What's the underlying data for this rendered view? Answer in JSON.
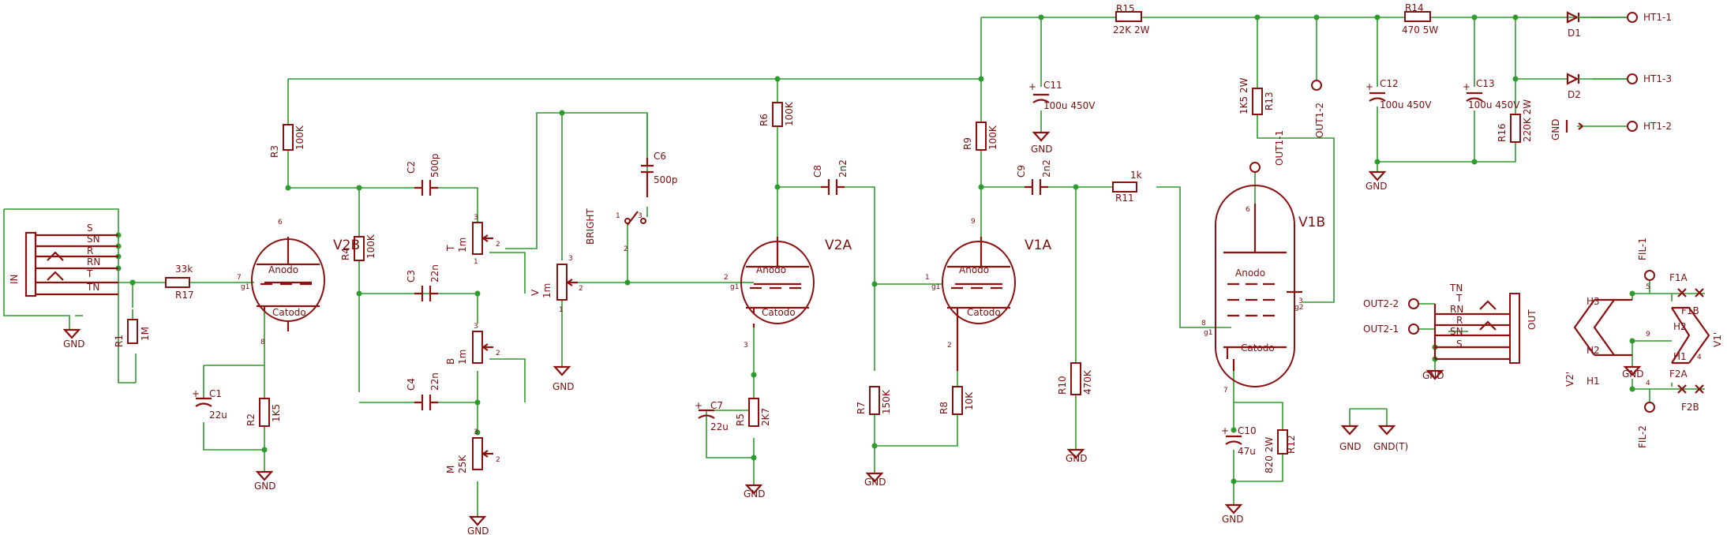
{
  "labels": {
    "in": "IN",
    "in_s": "S",
    "in_sn": "SN",
    "in_r": "R",
    "in_rn": "RN",
    "in_t": "T",
    "in_tn": "TN",
    "r17": "R17",
    "r17v": "33k",
    "r1": "R1",
    "r1v": "1M",
    "r3": "R3",
    "r3v": "100K",
    "r2": "R2",
    "r2v": "1K5",
    "c1": "C1",
    "c1v": "22u",
    "v2b": "V2B",
    "anodo": "Anodo",
    "catodo": "Catodo",
    "r4": "R4",
    "r4v": "100K",
    "c2": "C2",
    "c2v": "500p",
    "c3": "C3",
    "c3v": "22n",
    "c4": "C4",
    "c4v": "22n",
    "t": "T",
    "tv": "1m",
    "b": "B",
    "bv": "1m",
    "m": "M",
    "mv": "25K",
    "v": "V",
    "vv": "1m",
    "bright": "BRIGHT",
    "c6": "C6",
    "c6v": "500p",
    "r6": "R6",
    "r6v": "100K",
    "c8": "C8",
    "c8v": "2n2",
    "c7": "C7",
    "c7v": "22u",
    "r5": "R5",
    "r5v": "2K7",
    "v2a": "V2A",
    "r7": "R7",
    "r7v": "150K",
    "r8": "R8",
    "r8v": "10K",
    "v1a": "V1A",
    "r9": "R9",
    "r9v": "100K",
    "c9": "C9",
    "c9v": "2n2",
    "r11": "R11",
    "r11v": "1k",
    "r10": "R10",
    "r10v": "470K",
    "c11": "C11",
    "c11v": "100u 450V",
    "r15": "R15",
    "r15v": "22K 2W",
    "r13": "R13",
    "r13v": "1K5 2W",
    "out1_1": "OUT1-1",
    "out1_2": "OUT1-2",
    "v1b": "V1B",
    "c10": "C10",
    "c10v": "47u",
    "r12": "R12",
    "r12v": "820 2W",
    "r14": "R14",
    "r14v": "470 5W",
    "c12": "C12",
    "c12v": "100u 450V",
    "c13": "C13",
    "c13v": "100u 450V",
    "r16": "R16",
    "r16v": "220K 2W",
    "d1": "D1",
    "d2": "D2",
    "ht1_1": "HT1-1",
    "ht1_3": "HT1-3",
    "ht1_2": "HT1-2",
    "out2_2": "OUT2-2",
    "out2_1": "OUT2-1",
    "out": "OUT",
    "gnd": "GND",
    "gndt": "GND(T)",
    "fil1": "FIL-1",
    "fil2": "FIL-2",
    "f1a": "F1A",
    "f1b": "F1B",
    "f2a": "F2A",
    "f2b": "F2B",
    "h1": "H1",
    "h2": "H2",
    "h3": "H3",
    "v1p": "V1'",
    "v2p": "V2'",
    "p1": "1",
    "p2": "2",
    "p3": "3",
    "p4": "4",
    "p5": "5",
    "p6": "6",
    "p7": "7",
    "p8": "8",
    "p9": "9",
    "g1": "g1",
    "g2": "g2"
  },
  "colors": {
    "wire": "#2e9b2e",
    "component": "#8b1010",
    "text": "#444444"
  }
}
